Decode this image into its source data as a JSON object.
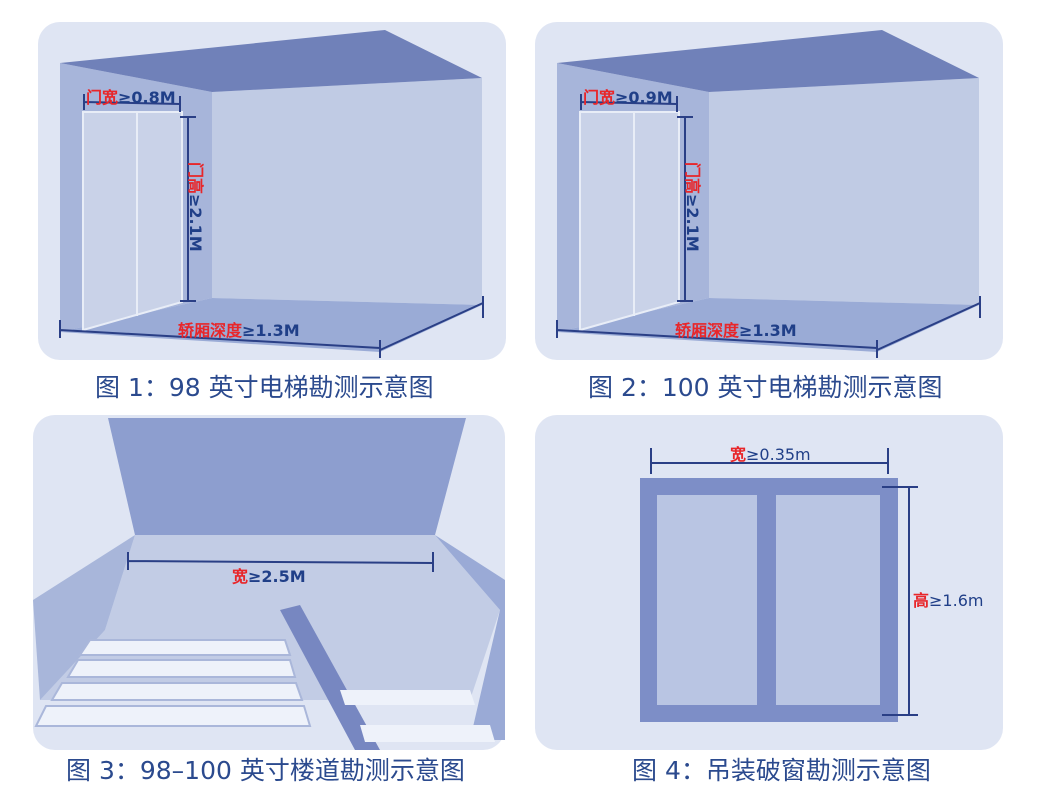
{
  "panels": [
    {
      "caption": "图 1：98 英寸电梯勘测示意图",
      "door_width": {
        "label": "门宽",
        "value": "≥0.8M"
      },
      "door_height": {
        "label": "门高",
        "value": "≥2.1M"
      },
      "depth": {
        "label": "轿厢深度",
        "value": "≥1.3M"
      }
    },
    {
      "caption": "图 2：100 英寸电梯勘测示意图",
      "door_width": {
        "label": "门宽",
        "value": "≥0.9M"
      },
      "door_height": {
        "label": "门高",
        "value": "≥2.1M"
      },
      "depth": {
        "label": "轿厢深度",
        "value": "≥1.3M"
      }
    },
    {
      "caption": "图 3：98–100 英寸楼道勘测示意图",
      "width": {
        "label": "宽",
        "value": "≥2.5M"
      }
    },
    {
      "caption": "图 4：吊装破窗勘测示意图",
      "width": {
        "label": "宽",
        "value": "≥0.35m"
      },
      "height": {
        "label": "高",
        "value": "≥1.6m"
      }
    }
  ],
  "colors": {
    "panel_bg": "#dfe5f3",
    "ceiling": "#7081b9",
    "wall": "#a7b5da",
    "back_wall": "#c0cbe4",
    "label_red": "#e8262a",
    "text_blue": "#2b4a8e"
  }
}
